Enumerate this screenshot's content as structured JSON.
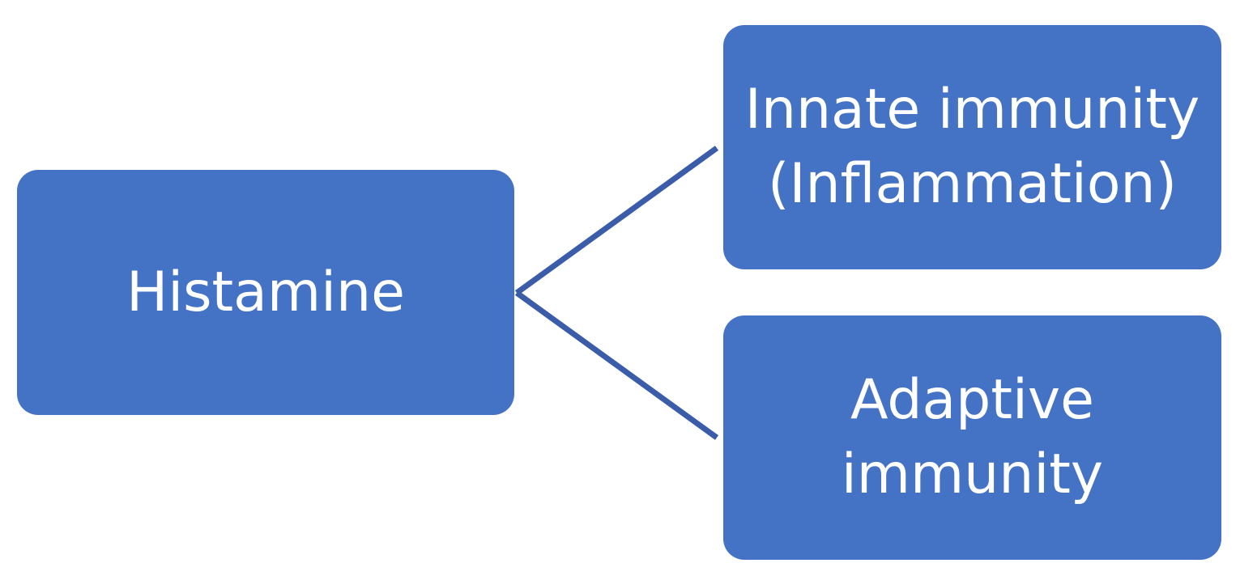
{
  "diagram": {
    "type": "hierarchy",
    "accent_color": "#4472c4",
    "connector_color": "#3b5ca8",
    "root": {
      "label": "Histamine"
    },
    "children": [
      {
        "label": "Innate immunity\n(Inflammation)"
      },
      {
        "label": "Adaptive\nimmunity"
      }
    ]
  }
}
